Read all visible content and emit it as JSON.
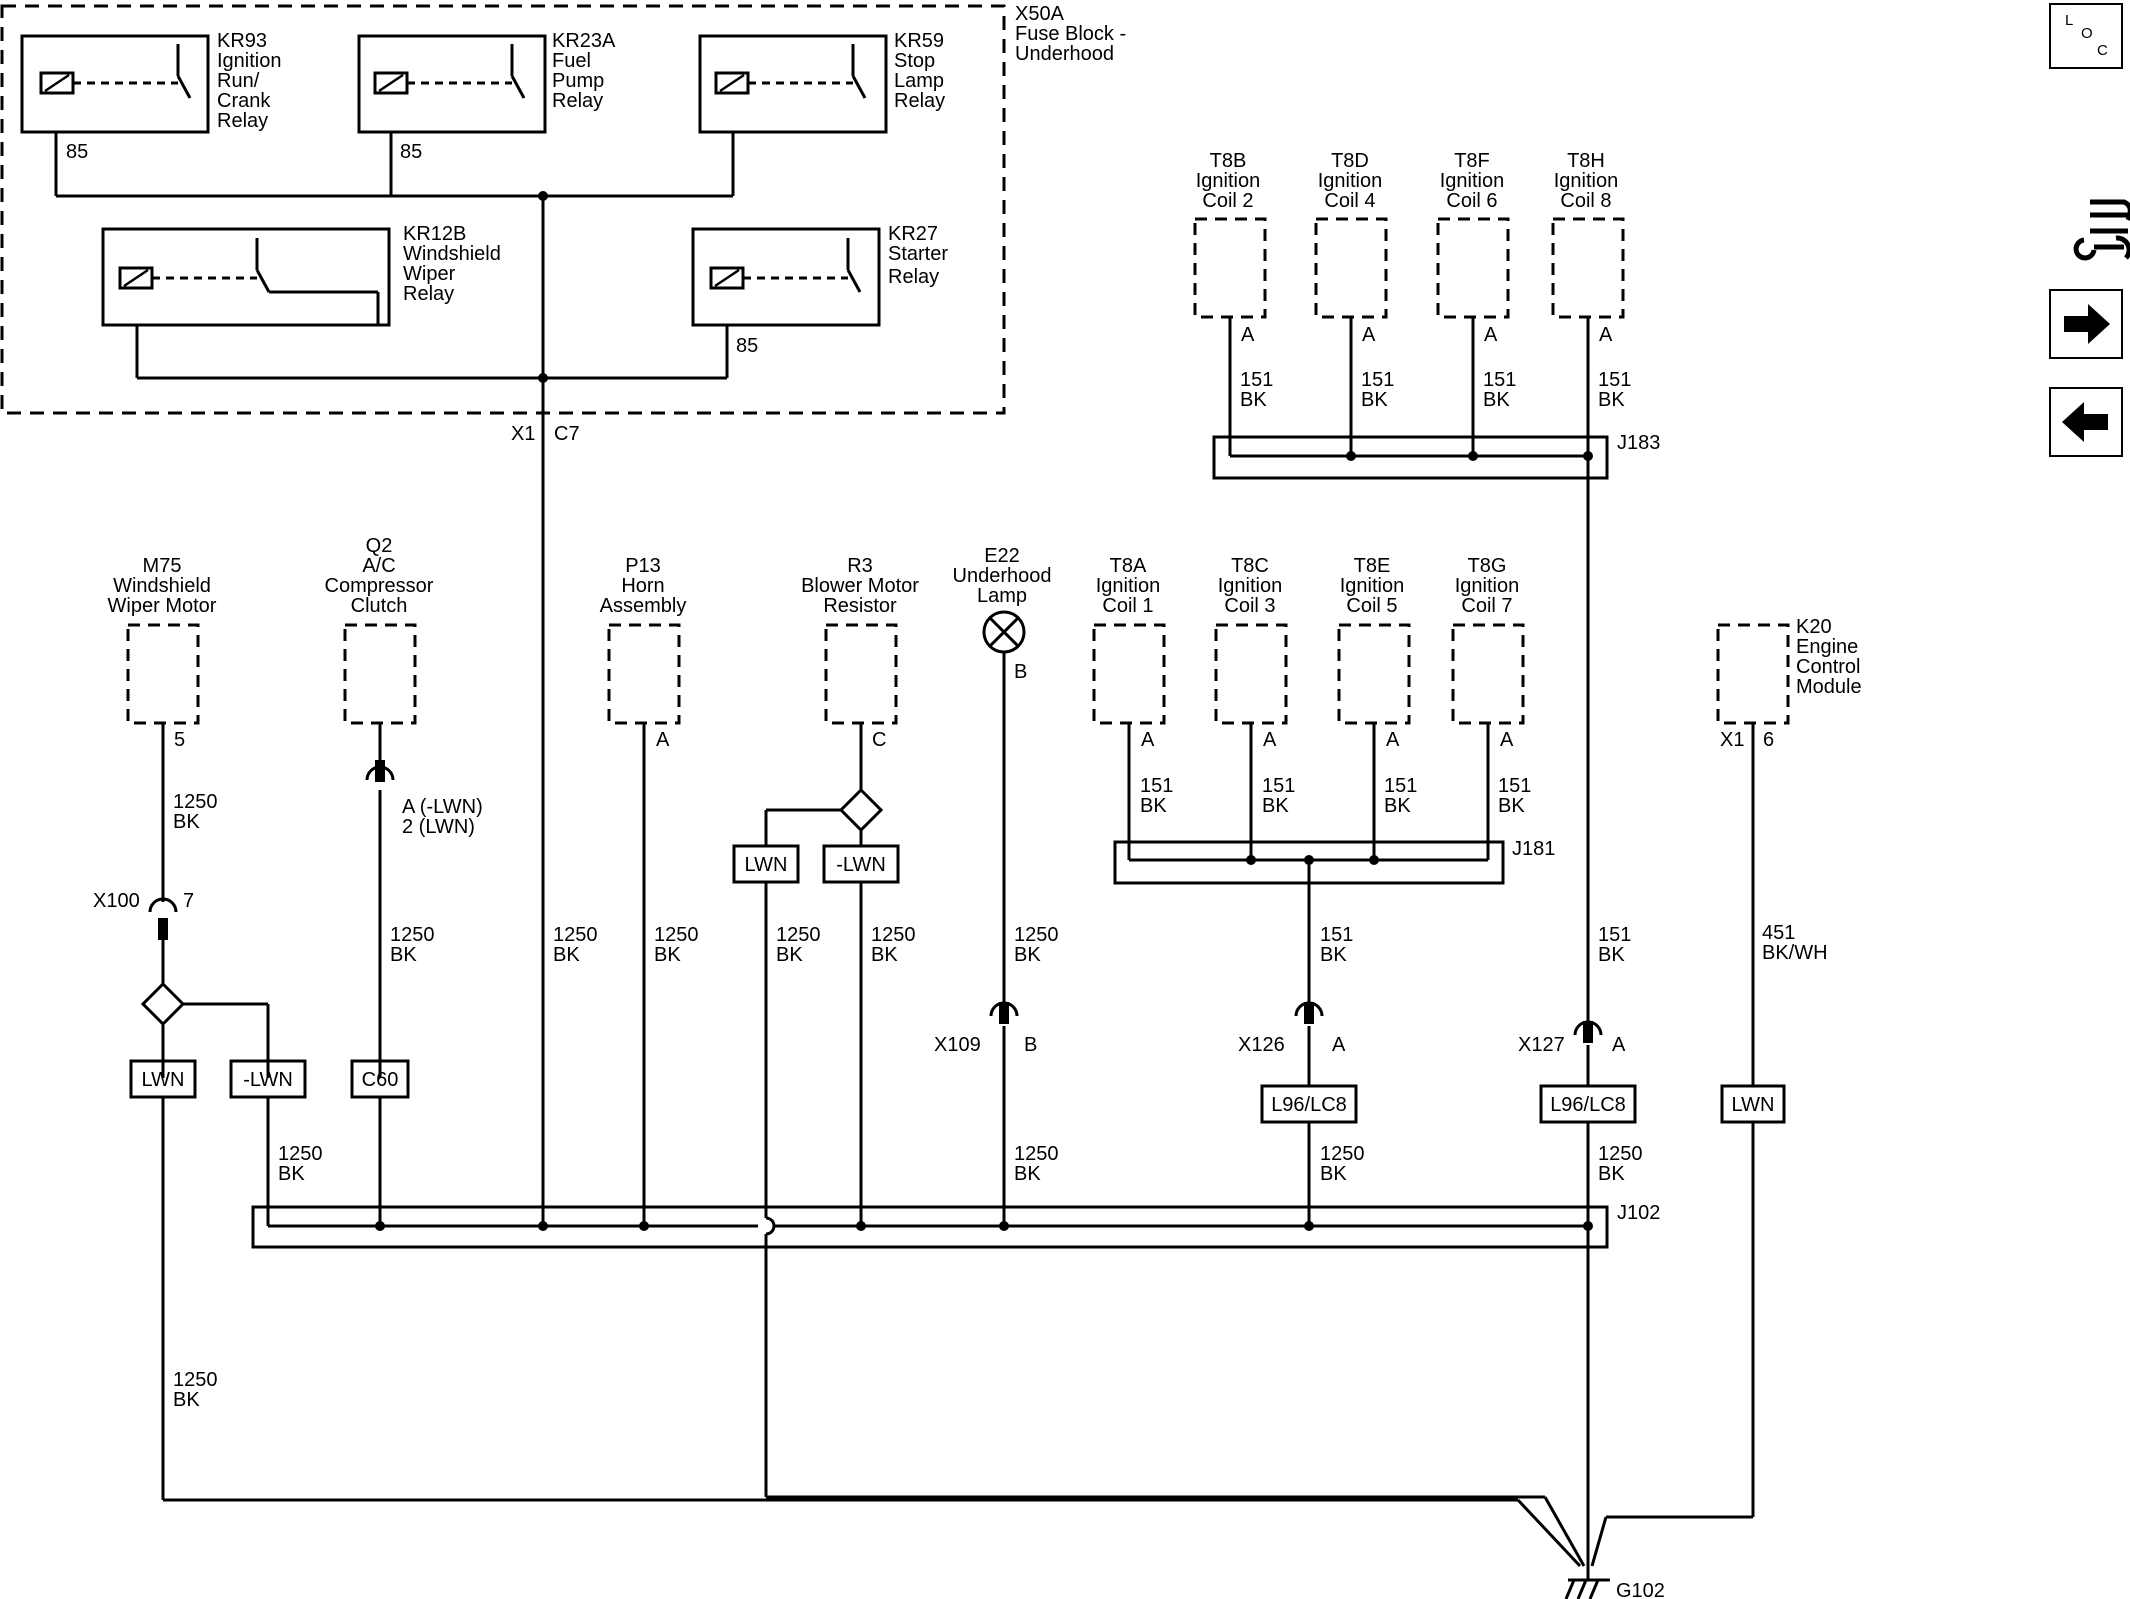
{
  "fuse_block": {
    "id": "X50A",
    "line1": "Fuse Block -",
    "line2": "Underhood"
  },
  "relays": {
    "kr93": {
      "lines": [
        "KR93",
        "Ignition",
        "Run/",
        "Crank",
        "Relay"
      ],
      "pin": "85"
    },
    "kr23a": {
      "lines": [
        "KR23A",
        "Fuel",
        "Pump",
        "Relay"
      ],
      "pin": "85"
    },
    "kr59": {
      "lines": [
        "KR59",
        "Stop",
        "Lamp",
        "Relay"
      ]
    },
    "kr12b": {
      "lines": [
        "KR12B",
        "Windshield",
        "Wiper",
        "Relay"
      ]
    },
    "kr27": {
      "lines": [
        "KR27",
        "Starter",
        "Relay"
      ],
      "pin": "85"
    }
  },
  "x1_c7": {
    "conn": "X1",
    "pin": "C7"
  },
  "top_coils": [
    {
      "lines": [
        "T8B",
        "Ignition",
        "Coil 2"
      ],
      "pin": "A",
      "wire": "151",
      "color": "BK"
    },
    {
      "lines": [
        "T8D",
        "Ignition",
        "Coil 4"
      ],
      "pin": "A",
      "wire": "151",
      "color": "BK"
    },
    {
      "lines": [
        "T8F",
        "Ignition",
        "Coil 6"
      ],
      "pin": "A",
      "wire": "151",
      "color": "BK"
    },
    {
      "lines": [
        "T8H",
        "Ignition",
        "Coil 8"
      ],
      "pin": "A",
      "wire": "151",
      "color": "BK"
    }
  ],
  "j183": "J183",
  "components": {
    "m75": {
      "lines": [
        "M75",
        "Windshield",
        "Wiper Motor"
      ],
      "pin": "5",
      "wire": "1250",
      "color": "BK"
    },
    "q2": {
      "lines": [
        "Q2",
        "A/C",
        "Compressor",
        "Clutch"
      ],
      "pin_a": "A  (-LWN)",
      "pin_b": "2 (LWN)",
      "wire": "1250",
      "color": "BK"
    },
    "p13": {
      "lines": [
        "P13",
        "Horn",
        "Assembly"
      ],
      "pin": "A",
      "wire": "1250",
      "color": "BK"
    },
    "r3": {
      "lines": [
        "R3",
        "Blower Motor",
        "Resistor"
      ],
      "pin": "C"
    },
    "e22": {
      "lines": [
        "E22",
        "Underhood",
        "Lamp"
      ],
      "pin": "B",
      "wire": "1250",
      "color": "BK"
    },
    "k20": {
      "lines": [
        "K20",
        "Engine",
        "Control",
        "Module"
      ],
      "conn": "X1",
      "pin": "6",
      "wire": "451",
      "color": "BK/WH"
    }
  },
  "bottom_coils": [
    {
      "lines": [
        "T8A",
        "Ignition",
        "Coil 1"
      ],
      "pin": "A",
      "wire": "151",
      "color": "BK"
    },
    {
      "lines": [
        "T8C",
        "Ignition",
        "Coil 3"
      ],
      "pin": "A",
      "wire": "151",
      "color": "BK"
    },
    {
      "lines": [
        "T8E",
        "Ignition",
        "Coil 5"
      ],
      "pin": "A",
      "wire": "151",
      "color": "BK"
    },
    {
      "lines": [
        "T8G",
        "Ignition",
        "Coil 7"
      ],
      "pin": "A",
      "wire": "151",
      "color": "BK"
    }
  ],
  "j181": "J181",
  "j181_out": {
    "wire": "151",
    "color": "BK"
  },
  "t8h_down": {
    "wire": "151",
    "color": "BK"
  },
  "fuse_ground": {
    "wire": "1250",
    "color": "BK"
  },
  "r3_lwn": {
    "wire": "1250",
    "color": "BK"
  },
  "r3_nlwn": {
    "wire": "1250",
    "color": "BK"
  },
  "x100": {
    "id": "X100",
    "pin": "7"
  },
  "x109": {
    "id": "X109",
    "pin": "B"
  },
  "x126": {
    "id": "X126",
    "pin": "A"
  },
  "x127": {
    "id": "X127",
    "pin": "A"
  },
  "options": {
    "lwn": "LWN",
    "neg_lwn": "-LWN",
    "c60": "C60",
    "l96": "L96/LC8"
  },
  "neg_lwn_wire": {
    "wire": "1250",
    "color": "BK"
  },
  "x109_down": {
    "wire": "1250",
    "color": "BK"
  },
  "x126_down": {
    "wire": "1250",
    "color": "BK"
  },
  "x127_down": {
    "wire": "1250",
    "color": "BK"
  },
  "lwn_left_down": {
    "wire": "1250",
    "color": "BK"
  },
  "j102": "J102",
  "g102": "G102",
  "side_nav": {
    "loc_l": "L",
    "loc_o": "O",
    "loc_c": "C",
    "connector_icon": "connector-wrench-icon",
    "forward_icon": "arrow-right-icon",
    "back_icon": "arrow-left-icon"
  }
}
